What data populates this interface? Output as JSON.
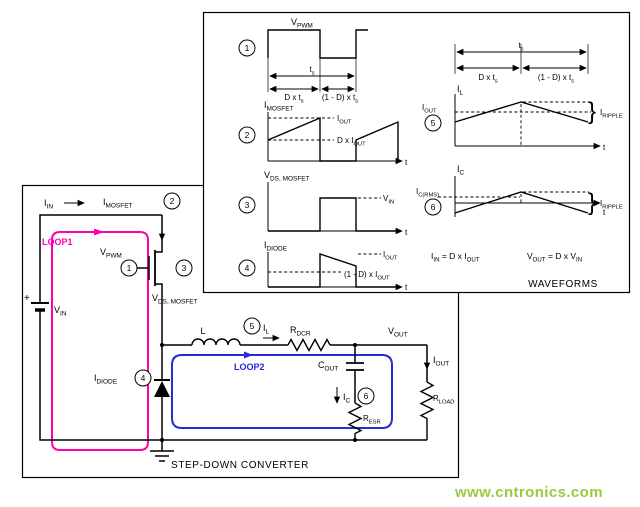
{
  "watermark": {
    "text": "www.cntronics.com",
    "color": "#9cc83d"
  },
  "colors": {
    "loop1": "#ff00b0",
    "loop2": "#2929d6"
  },
  "callouts": {
    "c1": "1",
    "c2": "2",
    "c3": "3",
    "c4": "4",
    "c5": "5",
    "c6": "6"
  },
  "waveforms": {
    "title": "WAVEFORMS",
    "labels": {
      "vpwm": [
        [
          "V",
          0
        ],
        [
          "PWM",
          1
        ]
      ],
      "ts": [
        [
          "t",
          0
        ],
        [
          "s",
          1
        ]
      ],
      "d_ts": [
        [
          "D x t",
          0
        ],
        [
          "s",
          1
        ]
      ],
      "omd_ts": [
        [
          "(1 - D) x t",
          0
        ],
        [
          "s",
          1
        ]
      ],
      "imosfet": [
        [
          "I",
          0
        ],
        [
          "MOSFET",
          1
        ]
      ],
      "iout": [
        [
          "I",
          0
        ],
        [
          "OUT",
          1
        ]
      ],
      "d_iout": [
        [
          "D x I",
          0
        ],
        [
          "OUT",
          1
        ]
      ],
      "vds": [
        [
          "V",
          0
        ],
        [
          "DS, MOSFET",
          1
        ]
      ],
      "vin": [
        [
          "V",
          0
        ],
        [
          "IN",
          1
        ]
      ],
      "idiode": [
        [
          "I",
          0
        ],
        [
          "DIODE",
          1
        ]
      ],
      "omd_iout": [
        [
          "(1 - D) x I",
          0
        ],
        [
          "OUT",
          1
        ]
      ],
      "il": [
        [
          "I",
          0
        ],
        [
          "L",
          1
        ]
      ],
      "ic": [
        [
          "I",
          0
        ],
        [
          "C",
          1
        ]
      ],
      "icrms": [
        [
          "I",
          0
        ],
        [
          "C(RMS)",
          1
        ]
      ],
      "iripple": [
        [
          "I",
          0
        ],
        [
          "RIPPLE",
          1
        ]
      ],
      "eq_in": [
        [
          "I",
          0
        ],
        [
          "IN",
          1
        ],
        [
          " = D x I",
          0
        ],
        [
          "OUT",
          1
        ]
      ],
      "eq_out": [
        [
          "V",
          0
        ],
        [
          "OUT",
          1
        ],
        [
          " = D x V",
          0
        ],
        [
          "IN",
          1
        ]
      ],
      "t_axis": "t",
      "brace": "}"
    }
  },
  "converter": {
    "title": "STEP-DOWN CONVERTER",
    "labels": {
      "iin": [
        [
          "I",
          0
        ],
        [
          "IN",
          1
        ]
      ],
      "imosfet": [
        [
          "I",
          0
        ],
        [
          "MOSFET",
          1
        ]
      ],
      "vpwm": [
        [
          "V",
          0
        ],
        [
          "PWM",
          1
        ]
      ],
      "vds": [
        [
          "V",
          0
        ],
        [
          "DS, MOSFET",
          1
        ]
      ],
      "vin": [
        [
          "V",
          0
        ],
        [
          "IN",
          1
        ]
      ],
      "il": [
        [
          "I",
          0
        ],
        [
          "L",
          1
        ]
      ],
      "rdcr": [
        [
          "R",
          0
        ],
        [
          "DCR",
          1
        ]
      ],
      "vout": [
        [
          "V",
          0
        ],
        [
          "OUT",
          1
        ]
      ],
      "iout": [
        [
          "I",
          0
        ],
        [
          "OUT",
          1
        ]
      ],
      "cout": [
        [
          "C",
          0
        ],
        [
          "OUT",
          1
        ]
      ],
      "ic": [
        [
          "I",
          0
        ],
        [
          "C",
          1
        ]
      ],
      "resr": [
        [
          "R",
          0
        ],
        [
          "ESR",
          1
        ]
      ],
      "rload": [
        [
          "R",
          0
        ],
        [
          "LOAD",
          1
        ]
      ],
      "idiode": [
        [
          "I",
          0
        ],
        [
          "DIODE",
          1
        ]
      ],
      "inductor": "L",
      "plus": "+",
      "loop1": "LOOP1",
      "loop2": "LOOP2"
    }
  }
}
